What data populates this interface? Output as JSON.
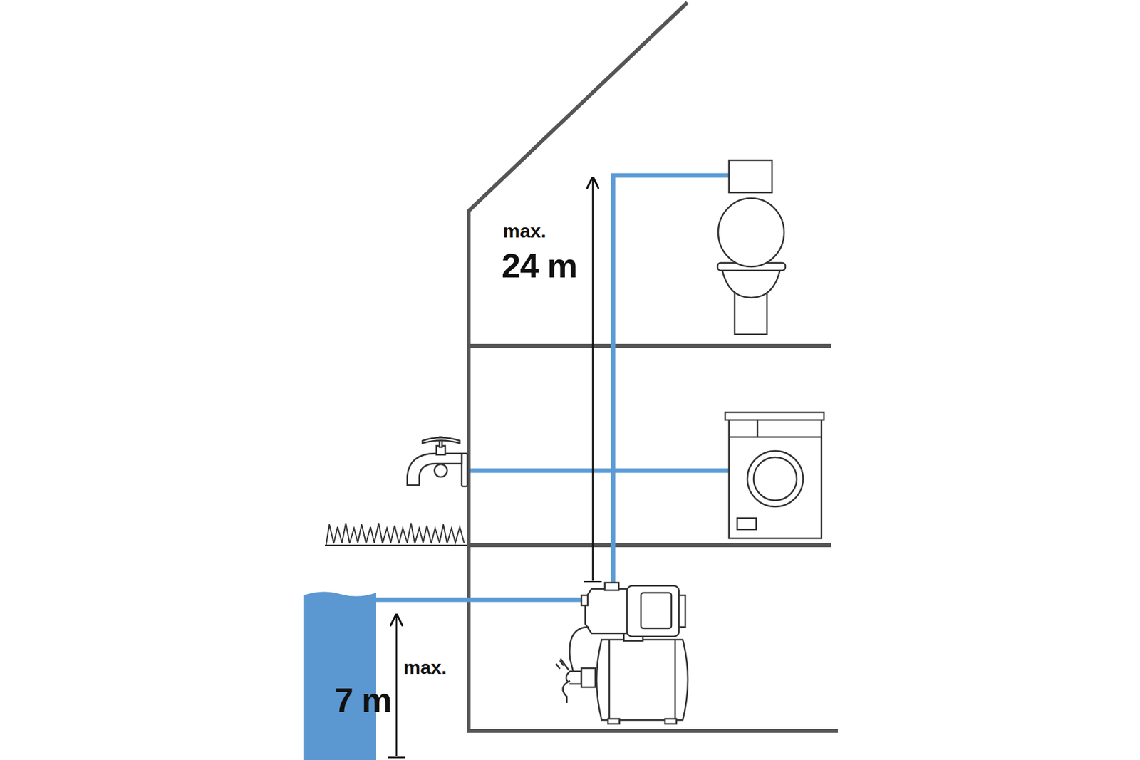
{
  "diagram": {
    "labels": [
      "max.",
      "24 m",
      "max.",
      "7 m"
    ]
  }
}
